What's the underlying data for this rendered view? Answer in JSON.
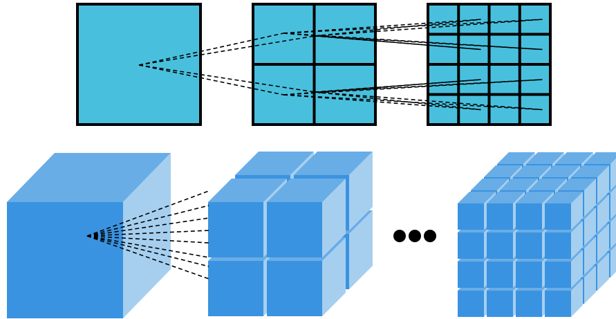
{
  "colors": {
    "background": "#ffffff",
    "grid_fill": "#48c0dd",
    "grid_stroke": "#000000",
    "cube_front": "#3a93e0",
    "cube_top": "#69ade7",
    "cube_side": "#a6cfef",
    "connector": "#000000"
  },
  "icons": {
    "ellipsis": "ellipsis-dots-icon"
  },
  "diagram": {
    "top_row": {
      "panels": [
        {
          "name": "single-cell-square",
          "divisions": 1
        },
        {
          "name": "two-by-two-grid",
          "divisions": 2
        },
        {
          "name": "four-by-four-grid",
          "divisions": 4
        }
      ],
      "connector_style": "dashed"
    },
    "bottom_row": {
      "cubes": [
        {
          "name": "single-cube",
          "divisions": 1
        },
        {
          "name": "two-by-two-cube-block",
          "divisions": 2
        },
        {
          "name": "four-by-four-cube-block",
          "divisions": 4
        }
      ],
      "connector_style": "dashed",
      "separator": "ellipsis"
    }
  }
}
